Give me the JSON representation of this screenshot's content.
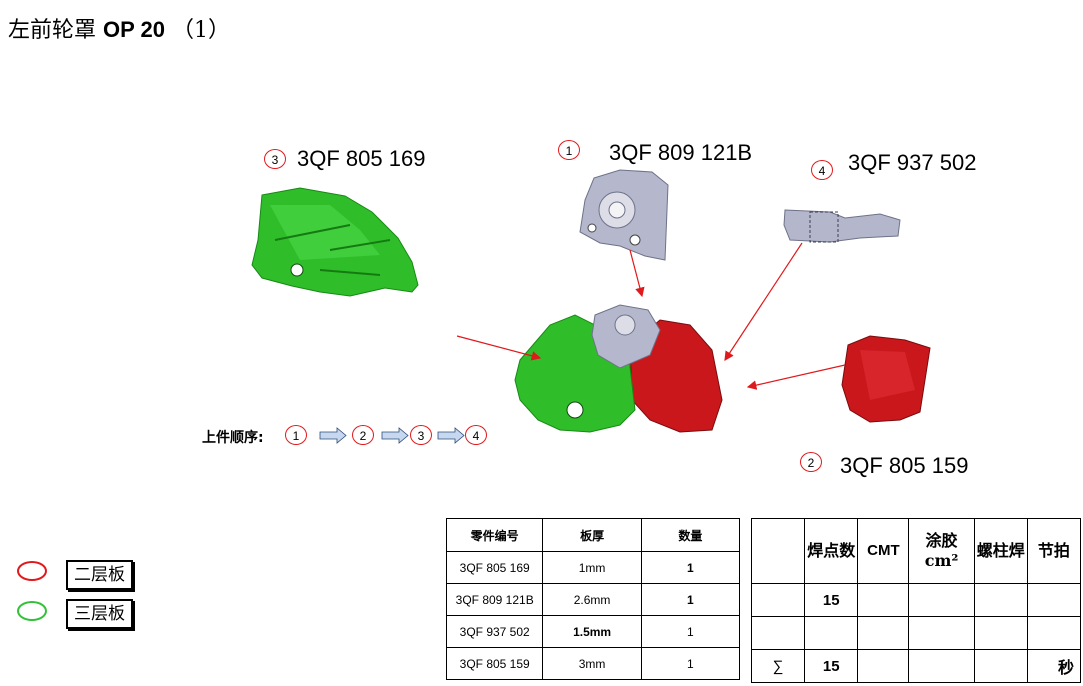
{
  "title": {
    "cn": "左前轮罩",
    "op": "OP 20",
    "suffix": "（1）"
  },
  "parts": [
    {
      "index": "1",
      "number": "3QF 809 121B"
    },
    {
      "index": "2",
      "number": "3QF 805 159"
    },
    {
      "index": "3",
      "number": "3QF 805 169"
    },
    {
      "index": "4",
      "number": "3QF 937 502"
    }
  ],
  "sequence": {
    "label": "上件顺序:",
    "steps": [
      "1",
      "2",
      "3",
      "4"
    ]
  },
  "parts_table": {
    "headers": [
      "零件编号",
      "板厚",
      "数量"
    ],
    "rows": [
      [
        "3QF 805 169",
        "1mm",
        "1"
      ],
      [
        "3QF 809 121B",
        "2.6mm",
        "1"
      ],
      [
        "3QF 937 502",
        "1.5mm",
        "1"
      ],
      [
        "3QF 805 159",
        "3mm",
        "1"
      ]
    ]
  },
  "weld_table": {
    "headers": [
      "",
      "焊点数",
      "CMT",
      "涂胶cm²",
      "螺柱焊",
      "节拍"
    ],
    "rows": [
      [
        "",
        "15",
        "",
        "",
        "",
        ""
      ],
      [
        "",
        "",
        "",
        "",
        "",
        ""
      ],
      [
        "∑",
        "15",
        "",
        "",
        "",
        "秒"
      ]
    ]
  },
  "legend": [
    {
      "label": "二层板",
      "color": "#e0191c"
    },
    {
      "label": "三层板",
      "color": "#34c13a"
    }
  ],
  "colors": {
    "red_part": "#c4151a",
    "green_part": "#22b121",
    "gray_part": "#b9bccd",
    "arrow": "#e0191c"
  }
}
